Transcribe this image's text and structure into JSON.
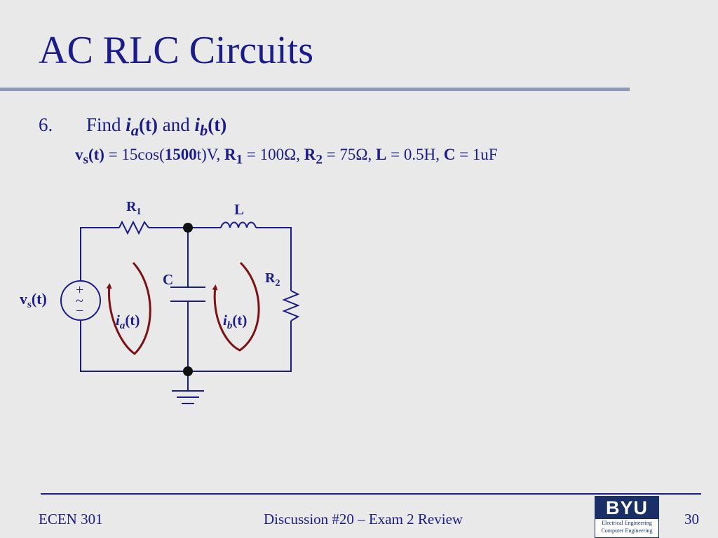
{
  "slide": {
    "title": "AC RLC Circuits",
    "problem_number": "6.",
    "problem_text": "Find i_a(t) and i_b(t)",
    "given": "v_s(t) = 15cos(1500t)V, R_1 = 100Ω, R_2 = 75Ω, L = 0.5H, C = 1uF"
  },
  "diagram": {
    "labels": {
      "r1": "R1",
      "l": "L",
      "c": "C",
      "r2": "R2",
      "vs": "vs(t)",
      "ia": "ia(t)",
      "ib": "ib(t)",
      "plus": "+",
      "tilde": "~",
      "minus": "−"
    }
  },
  "footer": {
    "course": "ECEN 301",
    "discussion": "Discussion #20 – Exam 2 Review",
    "page": "30",
    "logo_title": "BYU",
    "logo_line1": "Electrical Engineering",
    "logo_line2": "Computer Engineering"
  },
  "colors": {
    "text": "#1b1b8c",
    "loop_arrows": "#7a1216",
    "background": "#e9e9e9"
  }
}
